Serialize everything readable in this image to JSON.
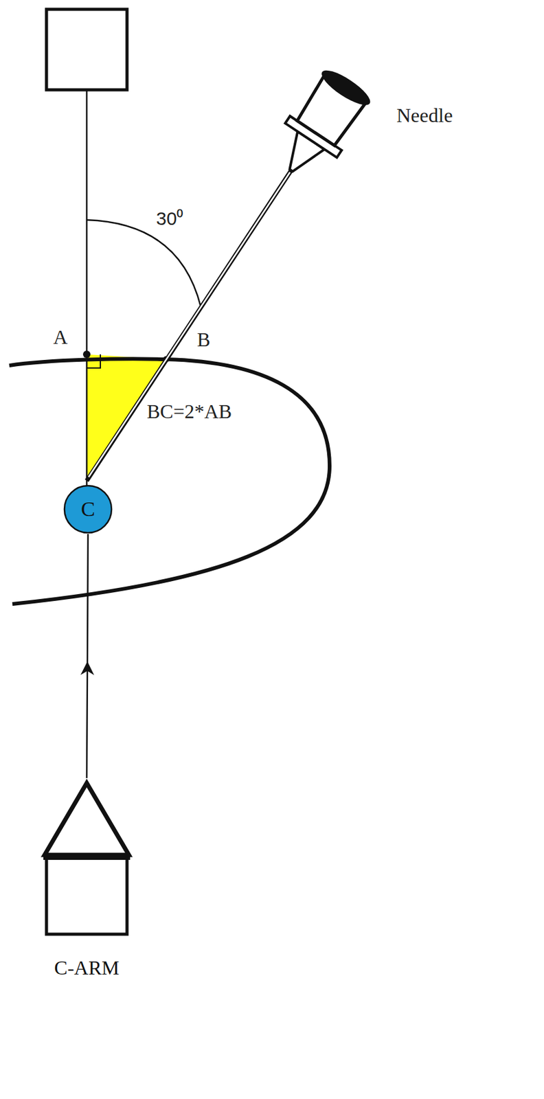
{
  "diagram": {
    "nodes": [
      {
        "text": [
          "C"
        ]
      },
      {
        "text": [
          "C-ARM"
        ]
      }
    ],
    "edges": [
      {
        "from": 1,
        "to": 0,
        "arrow": "to"
      }
    ],
    "labels": [
      "Needle",
      "30⁰",
      "A",
      "B",
      "BC=2*AB"
    ]
  }
}
